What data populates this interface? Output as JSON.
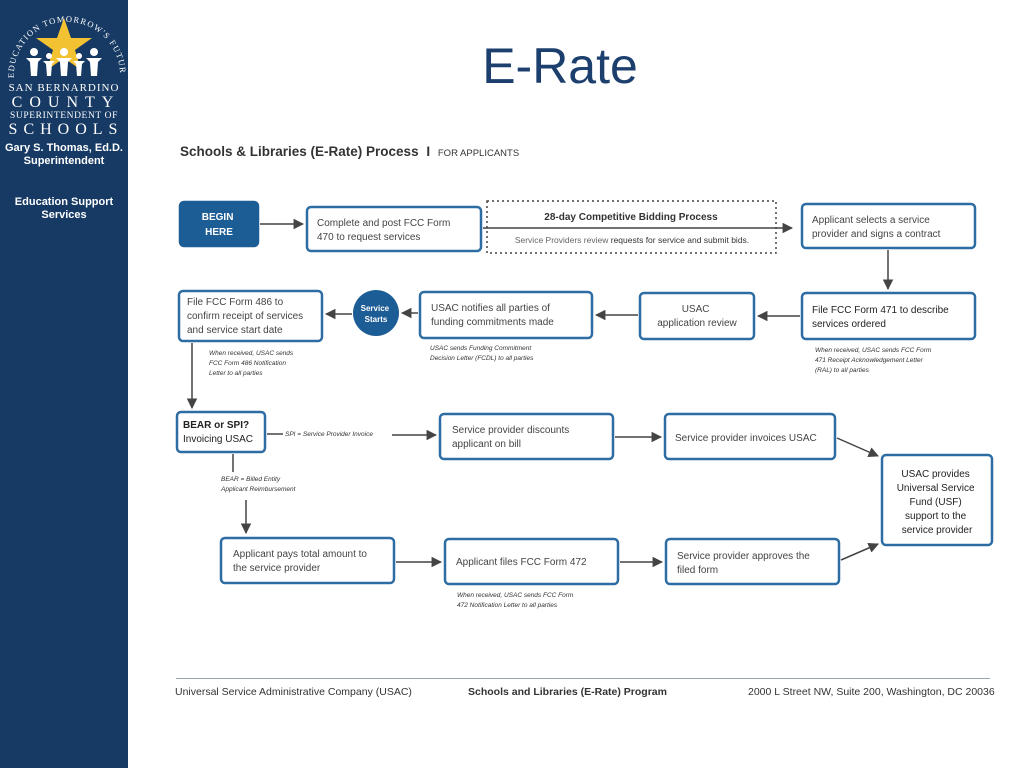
{
  "sidebar": {
    "logo_arc": "EDUCATION TOMORROW'S FUTURE",
    "org_line1": "SAN BERNARDINO",
    "org_line2": "COUNTY",
    "org_line3": "SUPERINTENDENT OF",
    "org_line4": "SCHOOLS",
    "supt_name": "Gary S. Thomas, Ed.D.",
    "supt_title": "Superintendent",
    "dept_line1": "Education Support",
    "dept_line2": "Services"
  },
  "title": "E-Rate",
  "diagram": {
    "heading": "Schools & Libraries (E-Rate) Process",
    "heading_sep": "I",
    "subheading": "FOR APPLICANTS",
    "begin_here": [
      "BEGIN",
      "HERE"
    ],
    "form470": [
      "Complete and post FCC Form",
      "470 to request services"
    ],
    "bidding_title": "28-day Competitive Bidding Process",
    "bidding_text_a": "Service Providers review",
    "bidding_text_b": "requests for service and submit bids.",
    "select_provider": [
      "Applicant selects a service",
      "provider and signs a contract"
    ],
    "form471": [
      "File FCC Form 471 to describe",
      "services ordered"
    ],
    "form471_note": [
      "When received, USAC sends FCC Form",
      "471 Receipt Acknowledgement Letter",
      "(RAL) to all parties"
    ],
    "app_review": [
      "USAC",
      "application review"
    ],
    "funding_notice": [
      "USAC notifies all parties of",
      "funding commitments made"
    ],
    "funding_note": [
      "USAC sends Funding Commitment",
      "Decision Letter (FCDL) to all parties"
    ],
    "service_starts": [
      "Service",
      "Starts"
    ],
    "form486": [
      "File FCC Form 486 to",
      "confirm receipt of services",
      "and service start date"
    ],
    "form486_note": [
      "When received, USAC sends",
      "FCC Form 486 Notification",
      "Letter to all parties"
    ],
    "bear_spi_bold": "BEAR or SPI?",
    "bear_spi_sub": "Invoicing USAC",
    "spi_label": "SPI = Service Provider Invoice",
    "bear_label": [
      "BEAR = Billed Entity",
      "Applicant Reimbursement"
    ],
    "provider_discounts": [
      "Service provider discounts",
      "applicant on bill"
    ],
    "provider_invoices": "Service provider invoices USAC",
    "usf_support": [
      "USAC provides",
      "Universal Service",
      "Fund (USF)",
      "support to the",
      "service provider"
    ],
    "applicant_pays": [
      "Applicant pays total amount to",
      "the service provider"
    ],
    "form472": "Applicant files FCC Form 472",
    "form472_note": [
      "When received, USAC sends FCC Form",
      "472 Notification Letter to all parties"
    ],
    "provider_approves": [
      "Service provider approves the",
      "filed form"
    ]
  },
  "footer": {
    "left": "Universal Service Administrative Company (USAC)",
    "middle": "Schools and Libraries (E-Rate) Program",
    "right": "2000 L Street NW, Suite 200, Washington, DC 20036"
  },
  "colors": {
    "sidebar": "#173a64",
    "title": "#1c3f6e",
    "box_border": "#2e6da4",
    "begin_fill": "#1d5d96",
    "logo_star": "#f3c233"
  }
}
